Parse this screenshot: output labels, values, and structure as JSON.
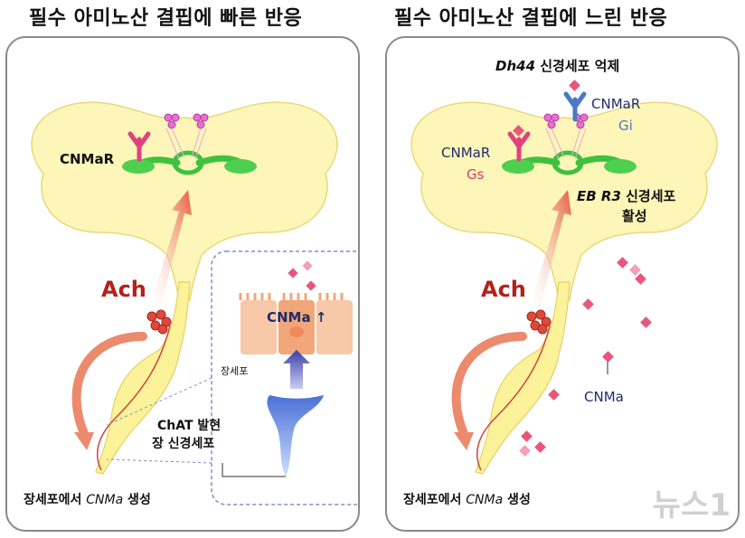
{
  "left": {
    "title": "필수 아미노산 결핍에 빠른 반응",
    "receptor_label": "CNMaR",
    "ach_label": "Ach",
    "inset_peptide": "CNMa",
    "inset_cell_label": "장세포",
    "neuron_label_1": "ChAT 발현",
    "neuron_label_2": "장 신경세포",
    "bottom_label_pre": "장세포에서 ",
    "bottom_label_em": "CNMa",
    "bottom_label_post": " 생성"
  },
  "right": {
    "title": "필수 아미노산 결핍에 느린 반응",
    "top_label_em": "Dh44",
    "top_label_post": " 신경세포 억제",
    "receptor_gi": "CNMaR",
    "gi_label": "Gi",
    "receptor_gs": "CNMaR",
    "gs_label": "Gs",
    "eb_em": "EB R3",
    "eb_post": " 신경세포",
    "eb_line2": "활성",
    "ach_label": "Ach",
    "peptide_label": "CNMa",
    "bottom_label_pre": "장세포에서 ",
    "bottom_label_em": "CNMa",
    "bottom_label_post": " 생성"
  },
  "watermark": "뉴스1",
  "colors": {
    "brain_fill": "#fdf6b8",
    "neuron_fill": "#fbf29a",
    "ach_arrow": "#e65a3a",
    "receptor_pink": "#e0417f",
    "receptor_blue": "#4b79c4",
    "ring_green": "#3ec23e",
    "peptide": "#e8577a",
    "label_navy": "#1f2d6b"
  }
}
